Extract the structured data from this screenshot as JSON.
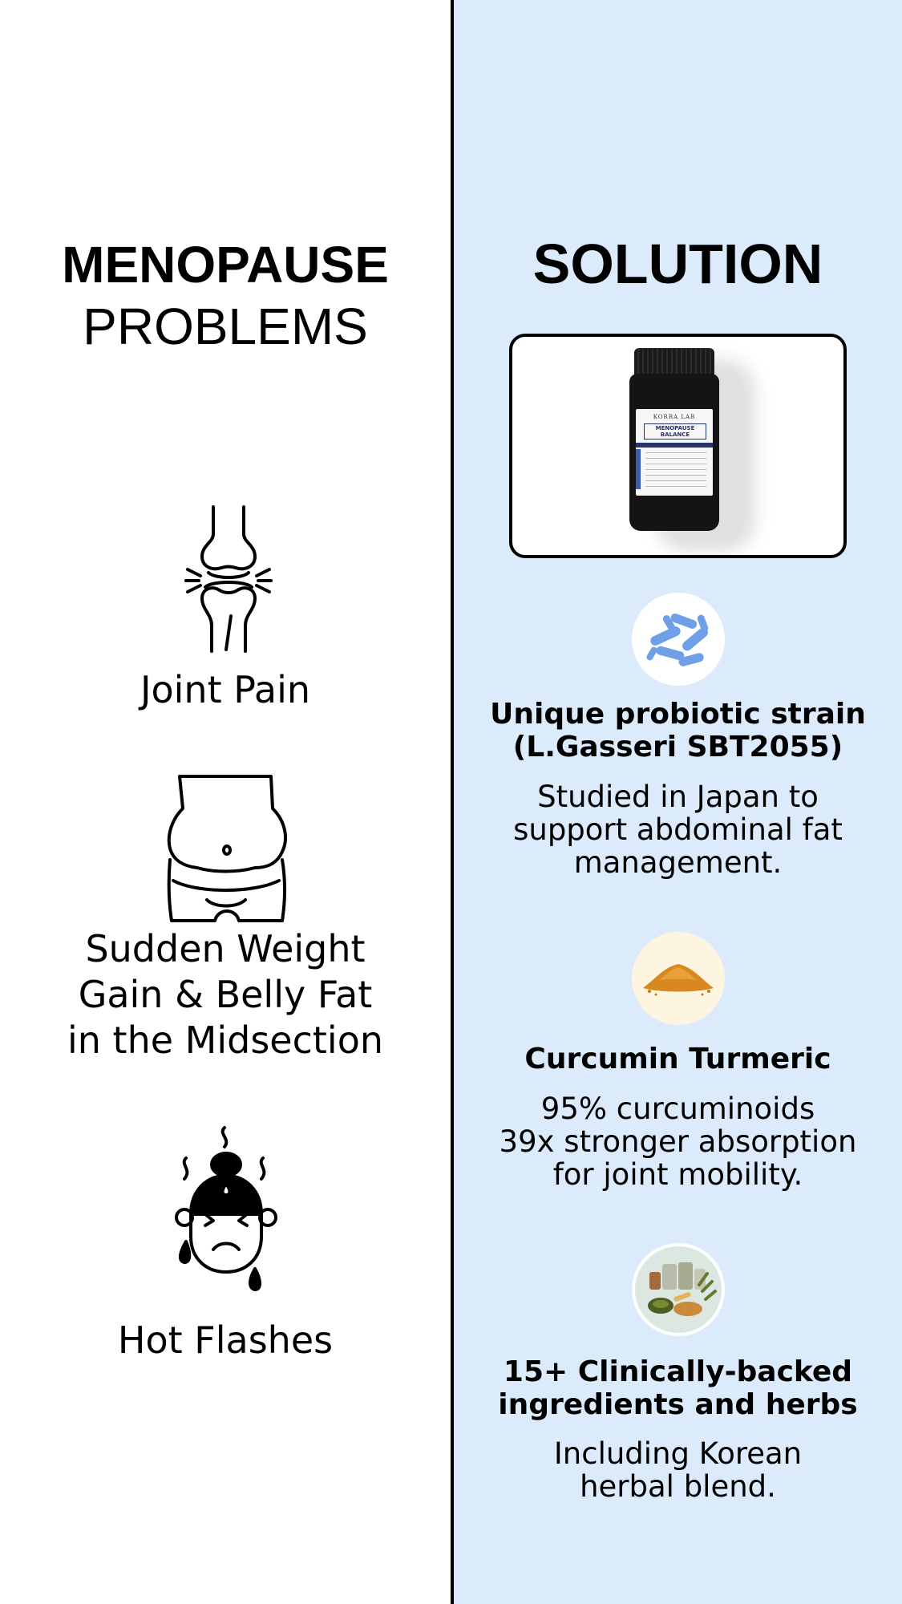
{
  "left": {
    "title_bold": "MENOPAUSE",
    "title_light": "PROBLEMS",
    "problems": [
      {
        "icon": "knee-joint-icon",
        "label_lines": [
          "Joint Pain"
        ]
      },
      {
        "icon": "belly-fat-icon",
        "label_lines": [
          "Sudden Weight",
          "Gain & Belly Fat",
          "in the Midsection"
        ]
      },
      {
        "icon": "hot-flash-woman-icon",
        "label_lines": [
          "Hot Flashes"
        ]
      }
    ]
  },
  "right": {
    "title": "SOLUTION",
    "product": {
      "brand": "KORRA LAB",
      "name_line1": "MENOPAUSE",
      "name_line2": "BALANCE"
    },
    "benefits": [
      {
        "icon": "probiotic-bacteria-icon",
        "title_lines": [
          "Unique probiotic strain",
          "(L.Gasseri SBT2055)"
        ],
        "desc_lines": [
          "Studied in Japan to",
          "support abdominal fat",
          "management."
        ]
      },
      {
        "icon": "turmeric-powder-icon",
        "title_lines": [
          "Curcumin Turmeric"
        ],
        "desc_lines": [
          "95% curcuminoids",
          "39x stronger absorption",
          "for joint mobility."
        ]
      },
      {
        "icon": "herbal-ingredients-icon",
        "title_lines": [
          "15+ Clinically-backed",
          "ingredients and herbs"
        ],
        "desc_lines": [
          "Including Korean",
          "herbal blend."
        ]
      }
    ]
  },
  "colors": {
    "right_background": "#dcebfb",
    "divider": "#000000",
    "probiotic_blue": "#6f9fe6",
    "turmeric_orange": "#d9881f",
    "label_navy": "#27346e"
  }
}
